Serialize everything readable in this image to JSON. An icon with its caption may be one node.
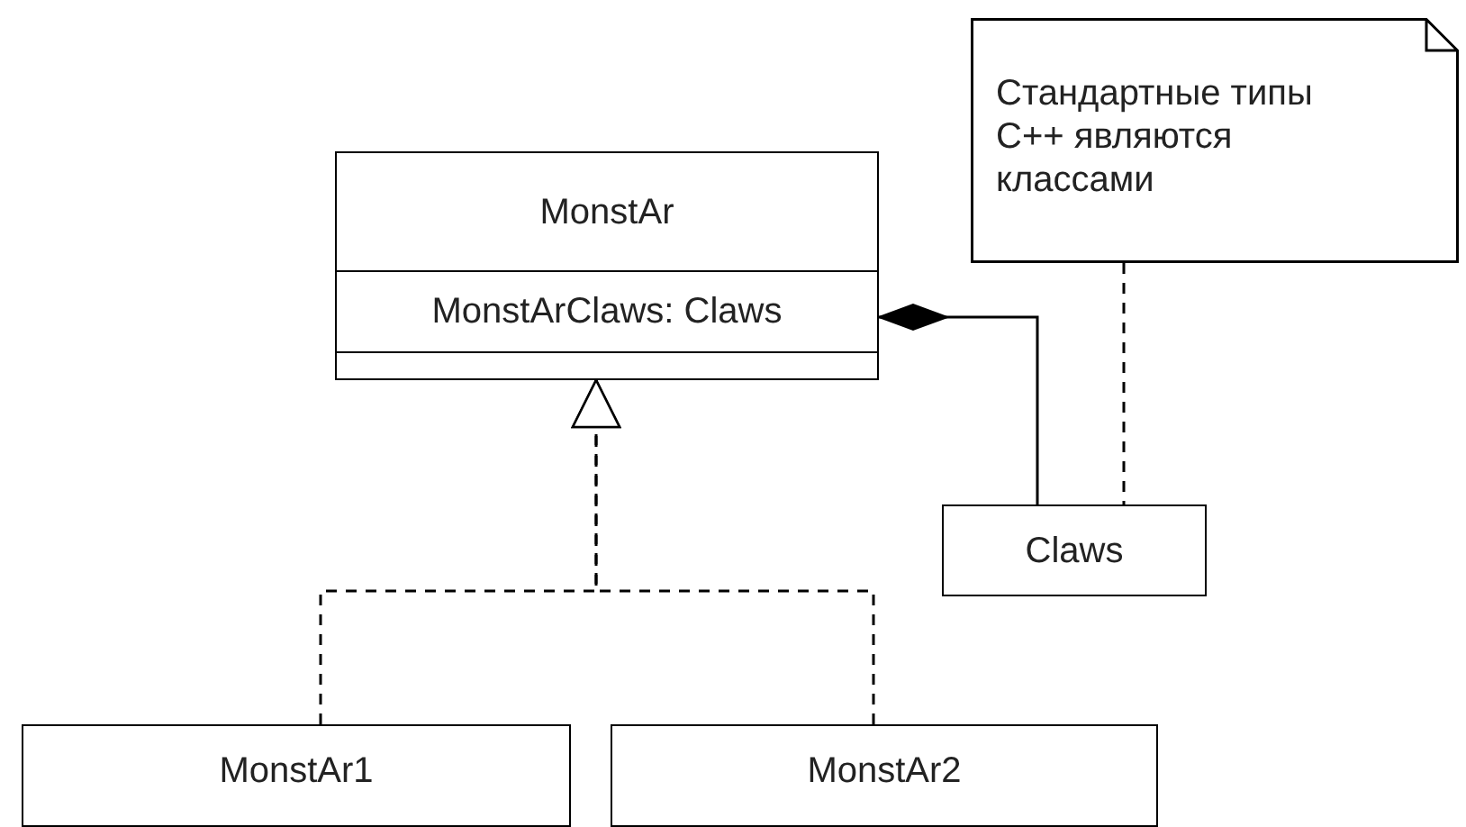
{
  "diagram": {
    "nodes": [
      {
        "text": [
          "MonstAr",
          "MonstArClaws: Claws"
        ]
      },
      {
        "text": [
          "Стандартные типы C++ являются классами"
        ]
      },
      {
        "text": [
          "Claws"
        ]
      },
      {
        "text": [
          "MonstAr1"
        ]
      },
      {
        "text": [
          "MonstAr2"
        ]
      }
    ],
    "edges": [
      {
        "from": 2,
        "to": 0,
        "arrow": "other"
      },
      {
        "from": 1,
        "to": 2,
        "arrow": "none",
        "style": "dashed"
      },
      {
        "from": 3,
        "to": 0,
        "arrow": "to",
        "style": "dashed"
      },
      {
        "from": 4,
        "to": 0,
        "arrow": "to",
        "style": "dashed"
      }
    ]
  }
}
